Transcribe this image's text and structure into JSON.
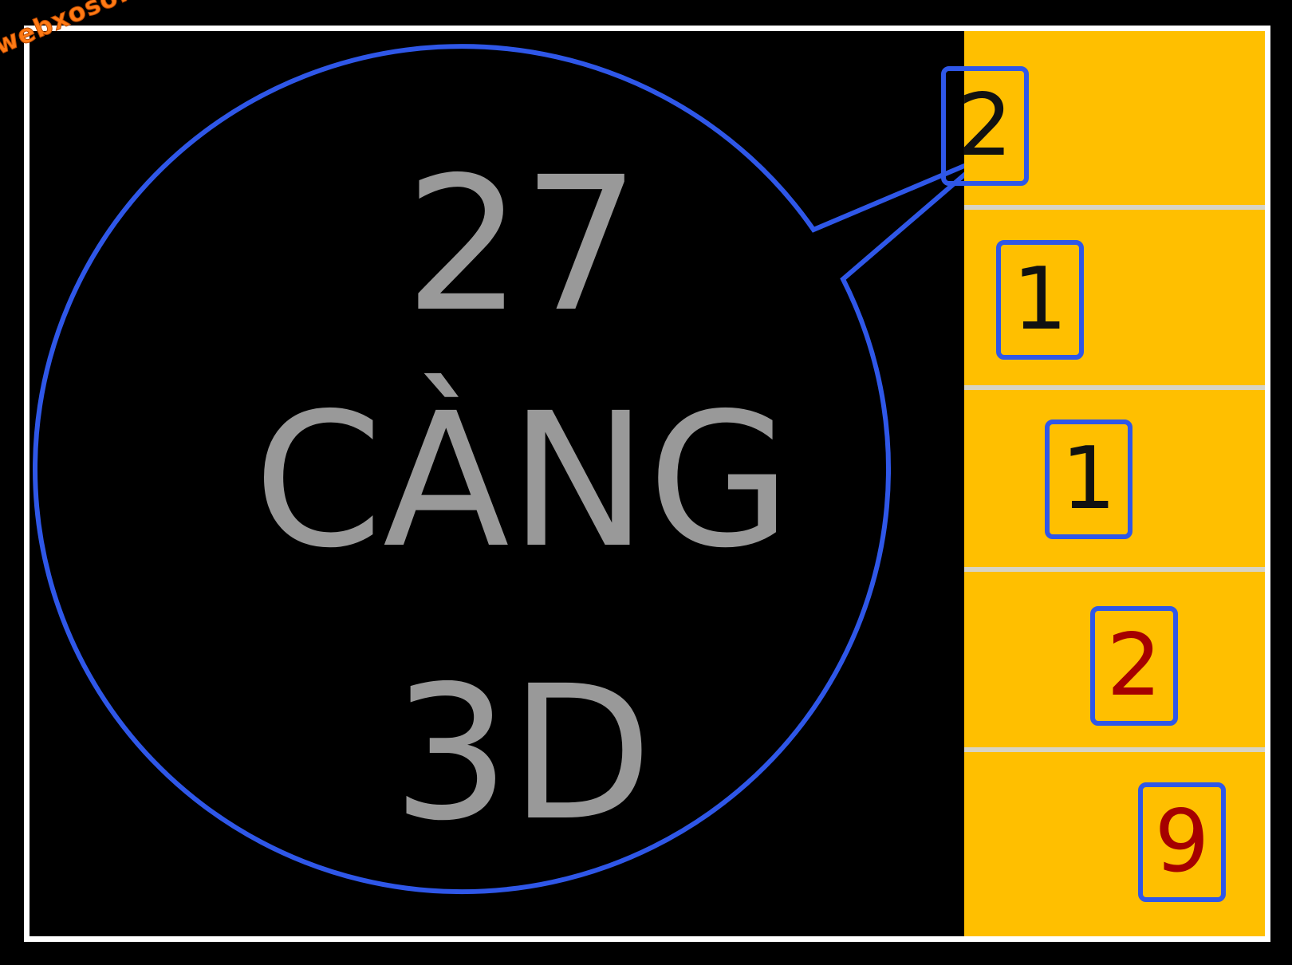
{
  "watermark": "webxoso.net",
  "headline": {
    "number": "27",
    "word": "CÀNG",
    "suffix": "3D"
  },
  "digits": [
    {
      "value": "2",
      "color": "#111111"
    },
    {
      "value": "1",
      "color": "#111111"
    },
    {
      "value": "1",
      "color": "#111111"
    },
    {
      "value": "2",
      "color": "#a50000"
    },
    {
      "value": "9",
      "color": "#a50000"
    }
  ],
  "colors": {
    "background": "#000000",
    "panel": "#ffbf00",
    "outline": "#2f57e8",
    "headline_text": "#999999",
    "watermark": "#ff7a14"
  }
}
